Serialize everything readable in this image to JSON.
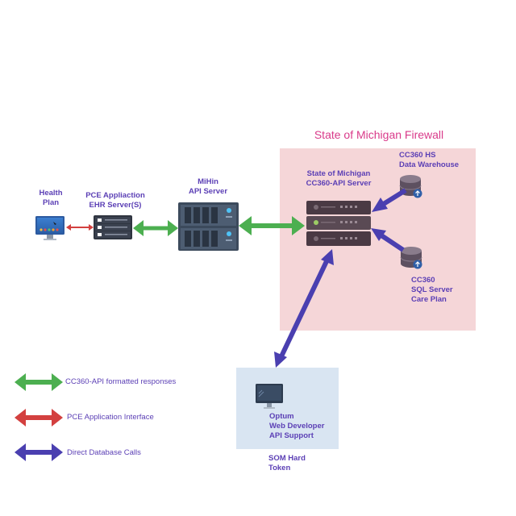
{
  "firewall": {
    "title": "State of Michigan Firewall"
  },
  "nodes": {
    "health_plan": {
      "line1": "Health",
      "line2": "Plan"
    },
    "pce": {
      "line1": "PCE Appliaction",
      "line2": "EHR Server(S)"
    },
    "mihin": {
      "line1": "MiHin",
      "line2": "API Server"
    },
    "som_api": {
      "line1": "State of Michigan",
      "line2": "CC360-API Server"
    },
    "data_warehouse": {
      "line1": "CC360 HS",
      "line2": "Data Warehouse"
    },
    "sql_server": {
      "line1": "CC360",
      "line2": "SQL Server",
      "line3": "Care Plan"
    },
    "optum": {
      "line1": "Optum",
      "line2": "Web Developer",
      "line3": "API Support"
    },
    "som_token": {
      "line1": "SOM Hard",
      "line2": "Token"
    }
  },
  "legend": [
    {
      "label": "CC360-API formatted responses",
      "color": "#4caf50"
    },
    {
      "label": "PCE Application Interface",
      "color": "#d3403f"
    },
    {
      "label": "Direct Database Calls",
      "color": "#4a3fb0"
    }
  ],
  "icons": {
    "health_plan": "desktop-monitor-icon",
    "pce": "rack-server-icon",
    "mihin": "tower-server-icon",
    "som_api": "rack-server-icon",
    "data_warehouse": "database-icon",
    "sql_server": "database-icon",
    "optum": "monitor-icon"
  }
}
